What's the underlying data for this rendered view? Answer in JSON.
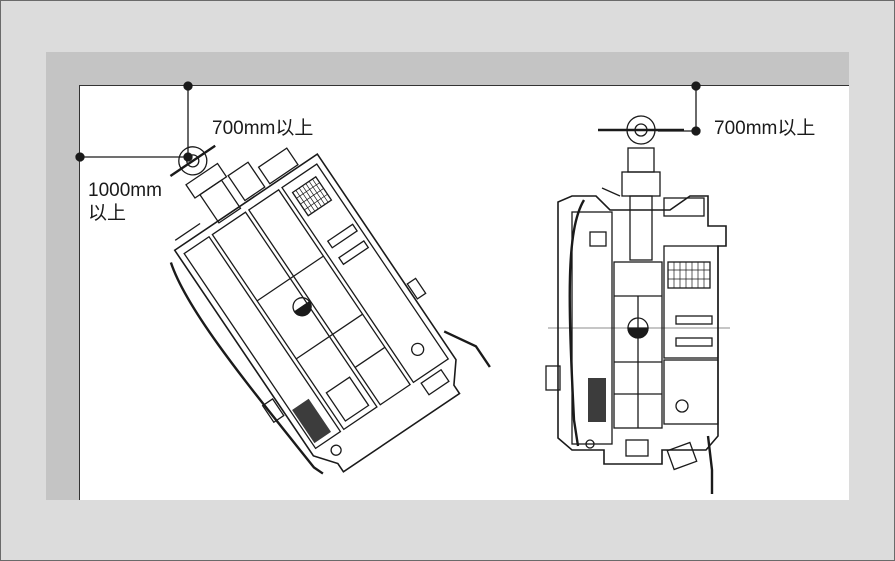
{
  "labels": {
    "left_top_clearance": "700mm以上",
    "left_side_clearance_line1": "1000mm",
    "left_side_clearance_line2": "以上",
    "right_top_clearance": "700mm以上"
  },
  "colors": {
    "background": "#dcdcdc",
    "wall": "#c4c4c4",
    "paper": "#ffffff",
    "ink": "#1a1a1a"
  }
}
